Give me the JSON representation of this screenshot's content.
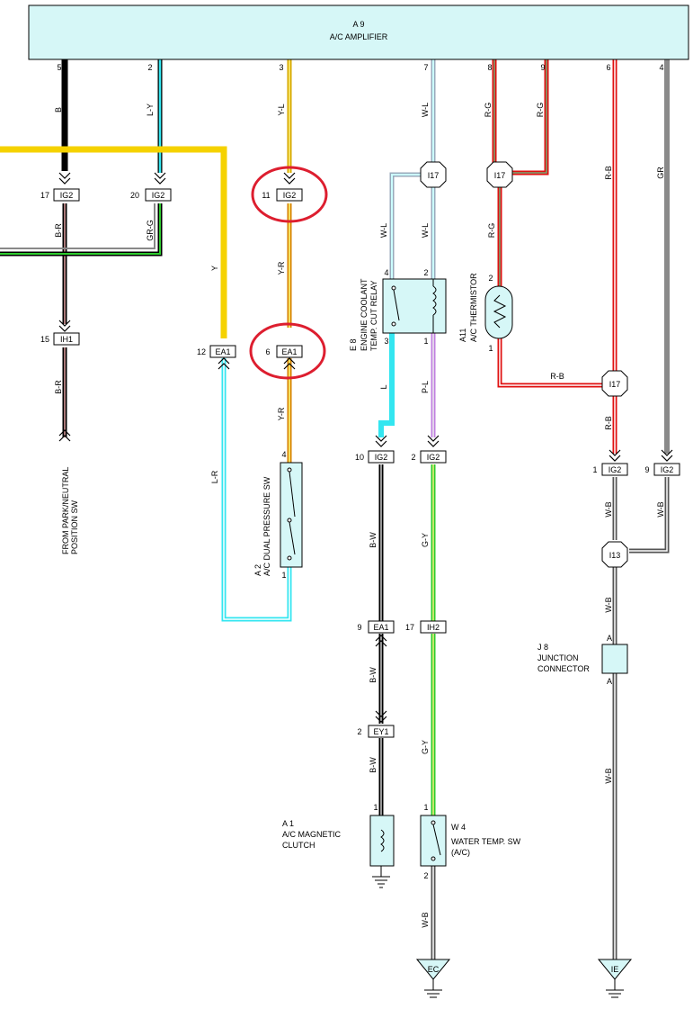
{
  "amplifier": {
    "code": "A 9",
    "name": "A/C AMPLIFIER"
  },
  "amp_pins": [
    "5",
    "2",
    "3",
    "7",
    "8",
    "9",
    "6",
    "4"
  ],
  "wire_labels": {
    "b": "B",
    "ly": "L-Y",
    "yl": "Y-L",
    "wl1": "W-L",
    "rg1": "R-G",
    "rg2": "R-G",
    "rb1": "R-B",
    "gr": "GR",
    "br1": "B-R",
    "grg": "GR-G",
    "y": "Y",
    "yr1": "Y-R",
    "wl2": "W-L",
    "wl3": "W-L",
    "rg3": "R-G",
    "br2": "B-R",
    "lr": "L-R",
    "yr2": "Y-R",
    "l": "L",
    "pl": "P-L",
    "rb2": "R-B",
    "rb3": "R-B",
    "bw1": "B-W",
    "gy1": "G-Y",
    "wb1": "W-B",
    "wb2": "W-B",
    "wb3": "W-B",
    "bw2": "B-W",
    "gy2": "G-Y",
    "bw3": "B-W",
    "wb4": "W-B",
    "wb5": "W-B"
  },
  "connectors": {
    "ig2_17": {
      "code": "IG2",
      "pin": "17"
    },
    "ig2_20": {
      "code": "IG2",
      "pin": "20"
    },
    "ig2_11": {
      "code": "IG2",
      "pin": "11"
    },
    "ih1_15": {
      "code": "IH1",
      "pin": "15"
    },
    "ea1_12": {
      "code": "EA1",
      "pin": "12"
    },
    "ea1_6": {
      "code": "EA1",
      "pin": "6"
    },
    "ig2_10": {
      "code": "IG2",
      "pin": "10"
    },
    "ig2_2": {
      "code": "IG2",
      "pin": "2"
    },
    "ig2_1": {
      "code": "IG2",
      "pin": "1"
    },
    "ig2_9": {
      "code": "IG2",
      "pin": "9"
    },
    "ea1_9": {
      "code": "EA1",
      "pin": "9"
    },
    "ih2_17": {
      "code": "IH2",
      "pin": "17"
    },
    "ey1_2": {
      "code": "EY1",
      "pin": "2"
    }
  },
  "junctions": {
    "i17a": "I17",
    "i17b": "I17",
    "i17c": "I17",
    "i13": "I13"
  },
  "components": {
    "relay": {
      "code": "E 8",
      "line1": "ENGINE COOLANT",
      "line2": "TEMP. CUT RELAY",
      "pins": [
        "4",
        "2",
        "3",
        "1"
      ]
    },
    "thermistor": {
      "code": "A11",
      "name": "A/C THERMISTOR",
      "pins": [
        "2",
        "1"
      ]
    },
    "dual_sw": {
      "code": "A 2",
      "name": "A/C DUAL PRESSURE SW",
      "pins": [
        "4",
        "1"
      ]
    },
    "park": {
      "line1": "FROM PARK/NEUTRAL",
      "line2": "POSITION SW"
    },
    "junction_conn": {
      "code": "J 8",
      "line1": "JUNCTION",
      "line2": "CONNECTOR",
      "pin_a1": "A",
      "pin_a2": "A"
    },
    "clutch": {
      "code": "A 1",
      "line1": "A/C MAGNETIC",
      "line2": "CLUTCH",
      "pin": "1"
    },
    "water_sw": {
      "code": "W 4",
      "line1": "WATER TEMP. SW",
      "line2": "(A/C)",
      "pin1": "1",
      "pin2": "2"
    }
  },
  "grounds": {
    "ec": "EC",
    "ie": "IE"
  },
  "colors": {
    "panel": "#d6f7f7",
    "yellow": "#f5d200",
    "black": "#000000",
    "cyan": "#33e6f0",
    "red": "#e01010",
    "green": "#2ecc2e",
    "gray": "#8a8a8a",
    "purple": "#c080e0",
    "highlight": "#dd1e2f"
  }
}
